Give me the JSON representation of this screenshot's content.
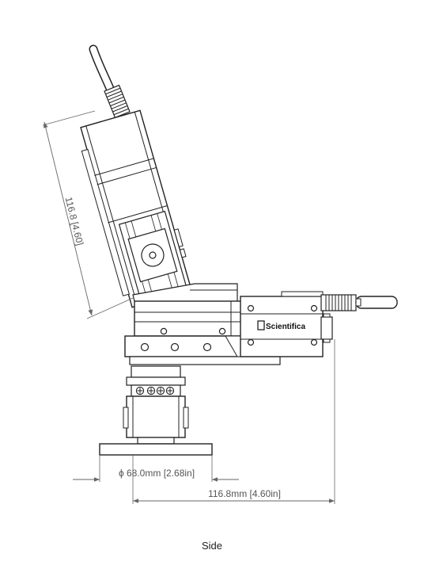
{
  "drawing": {
    "view_label": "Side",
    "brand_label": "Scientifica",
    "dimensions": {
      "height": {
        "value": "116.8",
        "alt": "4.60"
      },
      "base_diameter": {
        "symbol": "ϕ",
        "value": "68.0mm",
        "alt": "2.68in"
      },
      "length": {
        "value": "116.8mm",
        "alt": "4.60in"
      }
    }
  }
}
